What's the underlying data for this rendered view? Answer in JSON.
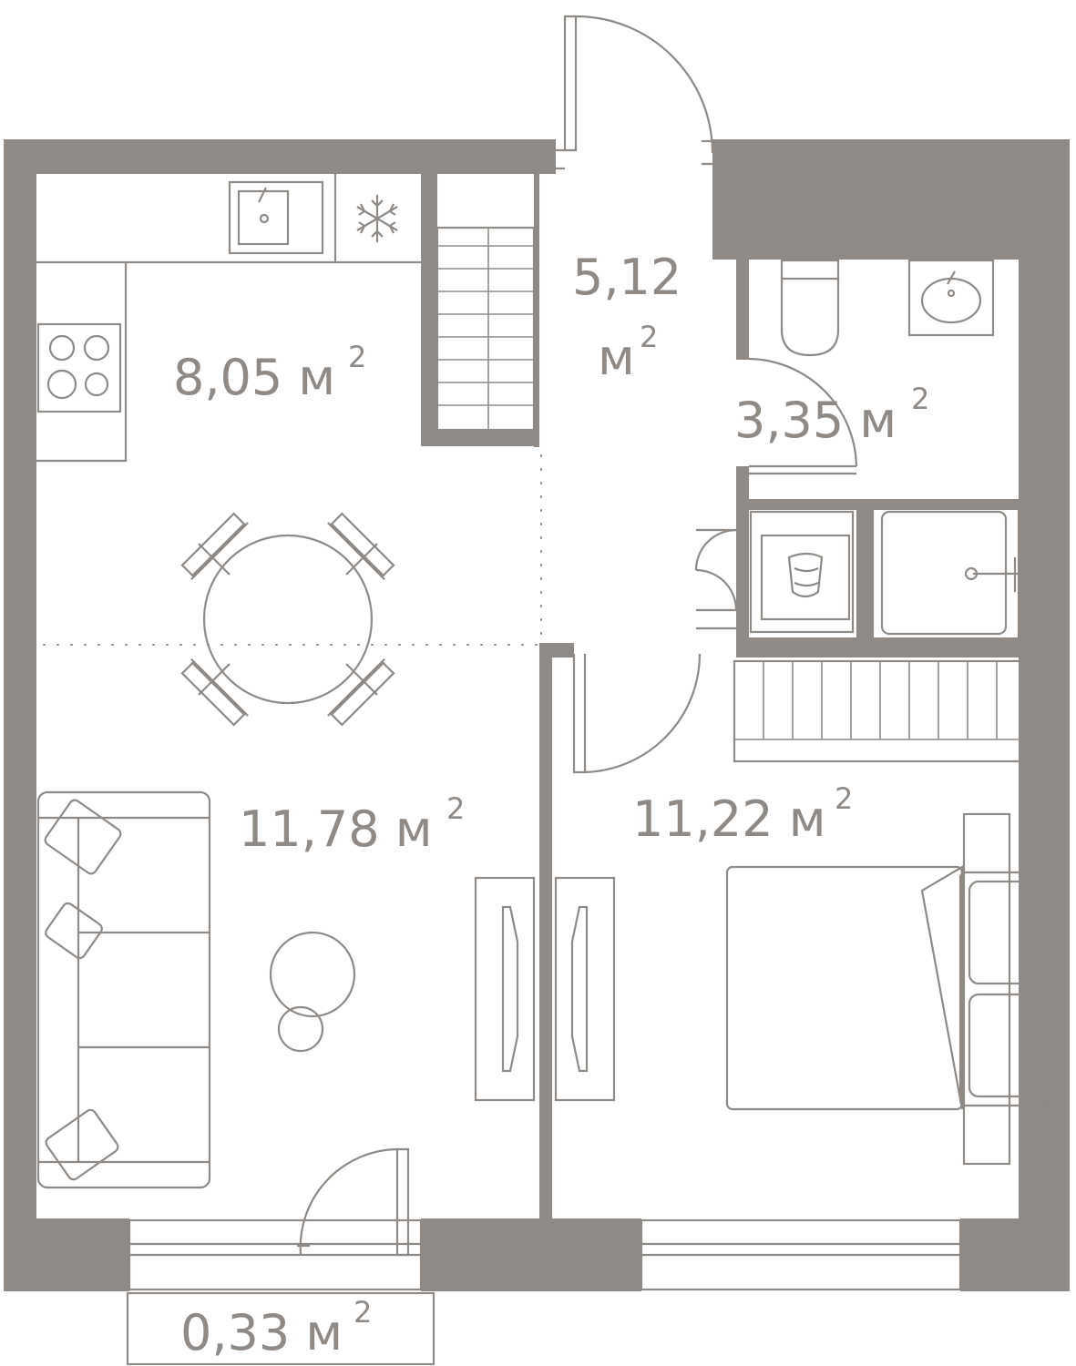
{
  "rooms": [
    {
      "id": "kitchen",
      "value": "8,05 м",
      "sup": "2"
    },
    {
      "id": "hall",
      "value": "5,12",
      "unit": "м",
      "sup": "2"
    },
    {
      "id": "bathroom",
      "value": "3,35 м",
      "sup": "2"
    },
    {
      "id": "living",
      "value": "11,78 м",
      "sup": "2"
    },
    {
      "id": "bedroom",
      "value": "11,22 м",
      "sup": "2"
    },
    {
      "id": "balcony",
      "value": "0,33 м",
      "sup": "2"
    }
  ],
  "icons": [
    "snowflake-icon",
    "sink-icon",
    "stove-icon",
    "toilet-icon",
    "washbasin-icon",
    "shower-icon",
    "washing-machine-icon"
  ],
  "colors": {
    "wall": "#8f8a86",
    "background": "#ffffff"
  }
}
